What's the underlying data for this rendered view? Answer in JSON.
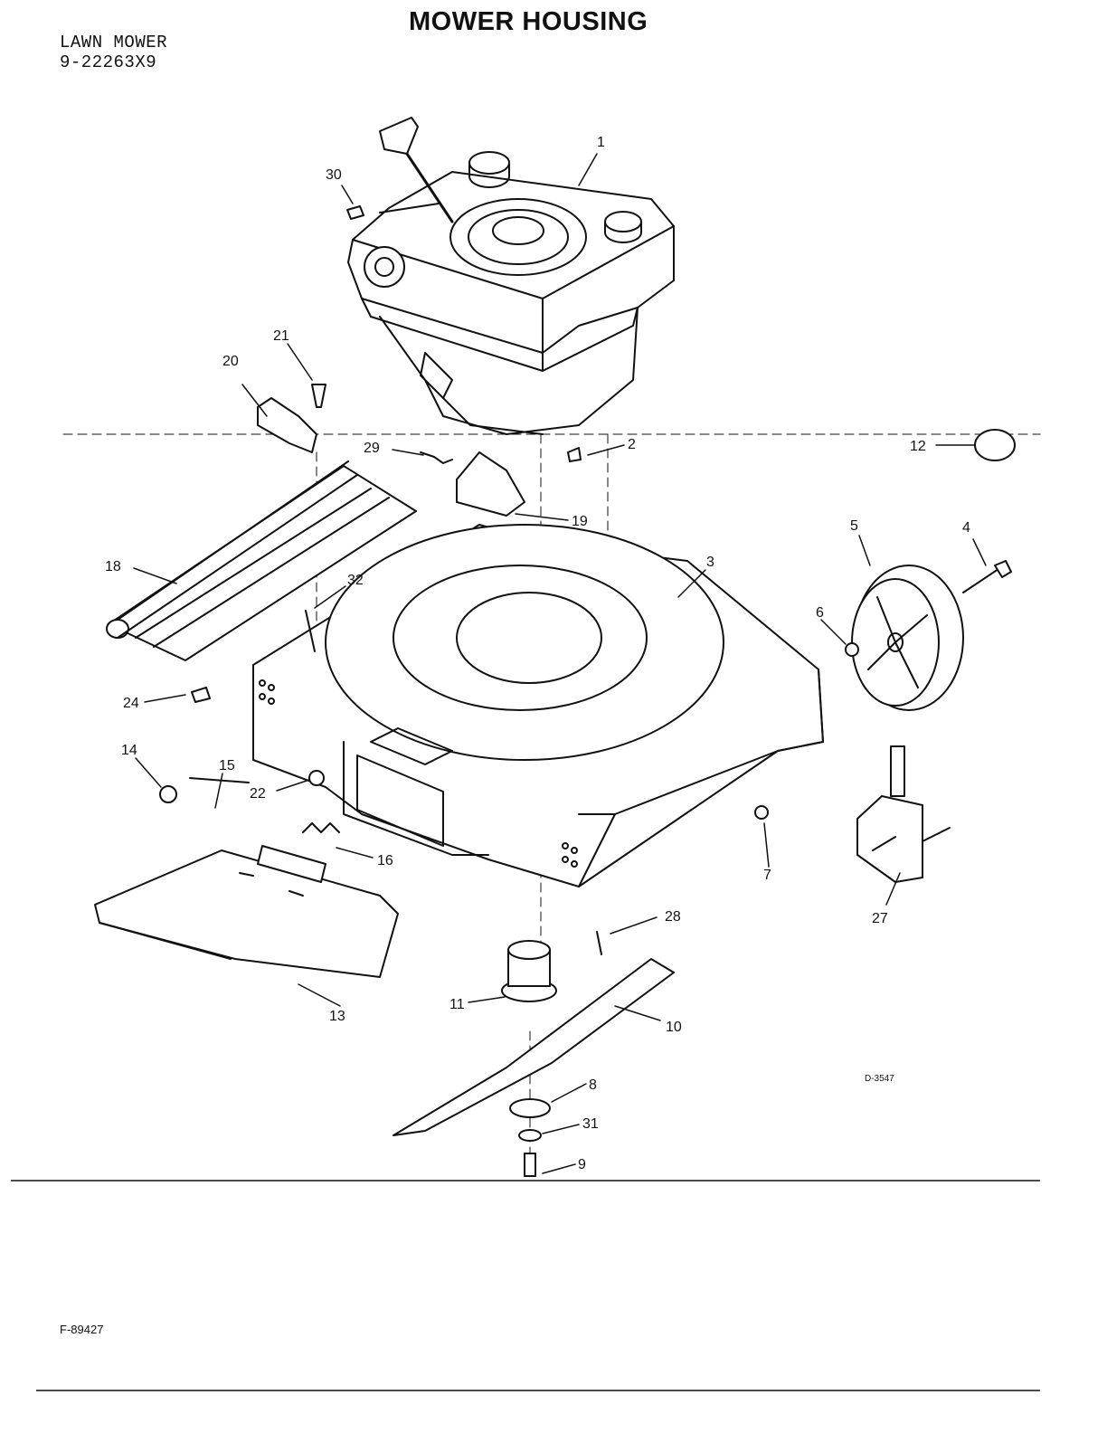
{
  "header": {
    "product": "LAWN MOWER",
    "model": "9-22263X9",
    "title": "MOWER HOUSING"
  },
  "diagram": {
    "drawing_code": "D-3547",
    "figure_code": "F-89427",
    "callouts": [
      "1",
      "2",
      "3",
      "4",
      "5",
      "6",
      "7",
      "8",
      "9",
      "10",
      "11",
      "12",
      "13",
      "14",
      "15",
      "16",
      "18",
      "19",
      "20",
      "21",
      "22",
      "24",
      "27",
      "28",
      "29",
      "30",
      "31",
      "32"
    ]
  }
}
